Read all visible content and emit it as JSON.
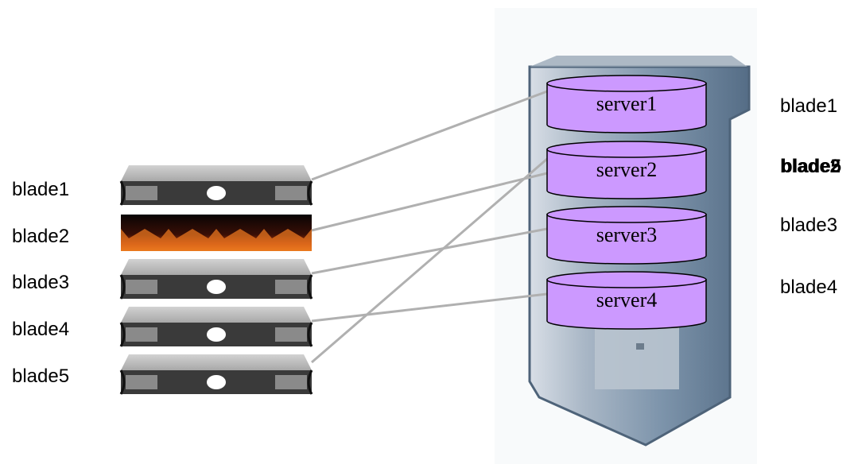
{
  "blades_left": [
    {
      "label": "blade1",
      "state": "normal"
    },
    {
      "label": "blade2",
      "state": "on-fire"
    },
    {
      "label": "blade3",
      "state": "normal"
    },
    {
      "label": "blade4",
      "state": "normal"
    },
    {
      "label": "blade5",
      "state": "normal"
    }
  ],
  "servers": [
    {
      "label": "server1"
    },
    {
      "label": "server2"
    },
    {
      "label": "server3"
    },
    {
      "label": "server4"
    }
  ],
  "mapping_right": [
    {
      "label": "blade1"
    },
    {
      "label": "blade2",
      "overlaps": "blade5"
    },
    {
      "label": "blade3"
    },
    {
      "label": "blade4"
    }
  ],
  "connections": [
    {
      "from": "blade1",
      "to": "server1"
    },
    {
      "from": "blade2",
      "to": "server2"
    },
    {
      "from": "blade3",
      "to": "server3"
    },
    {
      "from": "blade4",
      "to": "server4"
    },
    {
      "from": "blade5",
      "to": "server2"
    }
  ],
  "colors": {
    "server_fill": "#cc99ff",
    "connector": "#b0b0b0",
    "shield": "#6f869e",
    "blade_body": "#3a3a3a",
    "blade_top": "#bdbdbd",
    "fire": "#e0641a"
  }
}
